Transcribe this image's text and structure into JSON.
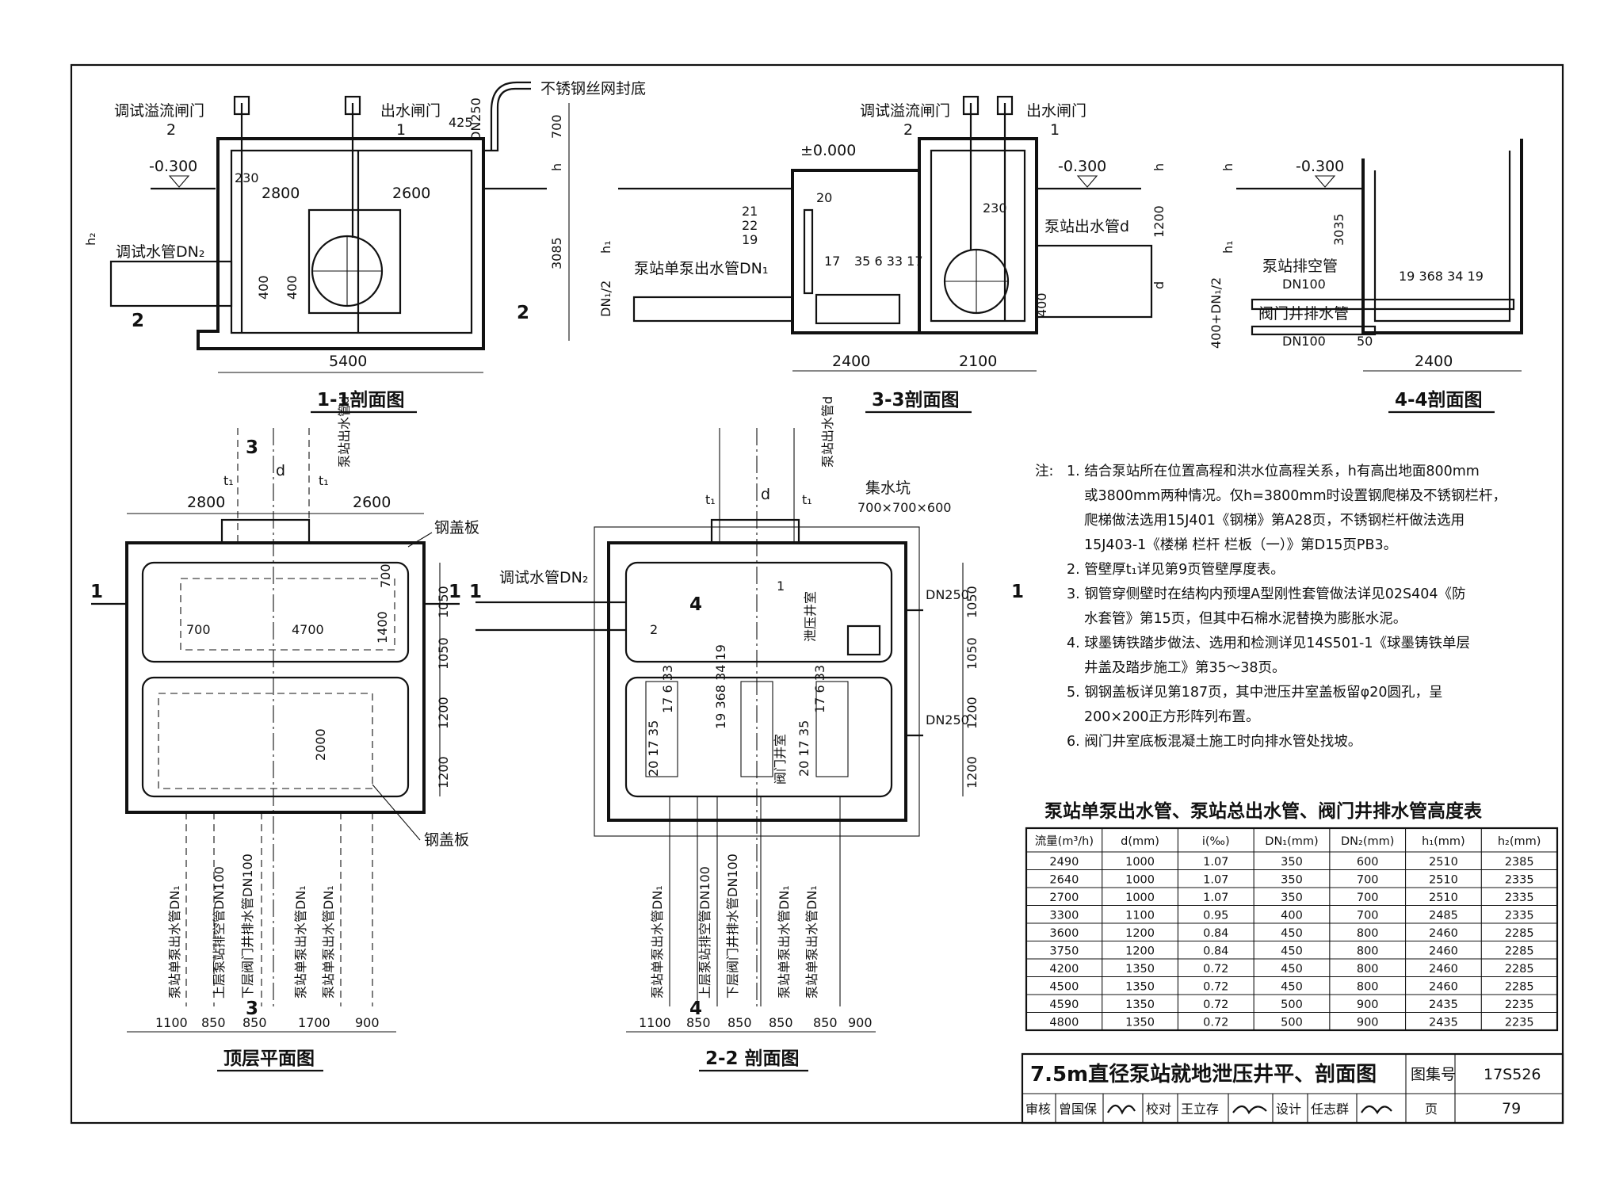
{
  "titles": {
    "sec11": "1-1剖面图",
    "sec33": "3-3剖面图",
    "sec44": "4-4剖面图",
    "top": "顶层平面图",
    "sec22": "2-2 剖面图"
  },
  "labels": {
    "overflow_gate": "调试溢流闸门",
    "outlet_gate": "出水闸门",
    "no1": "1",
    "no2": "2",
    "no3": "3",
    "no4": "4",
    "mesh": "不锈钢丝网封底",
    "dn250": "DN250",
    "el_m0300": "-0.300",
    "el_0000": "±0.000",
    "test_pipe": "调试水管DN₂",
    "single_out": "泵站单泵出水管DN₁",
    "total_out": "泵站出水管d",
    "drain_empty": "泵站排空管",
    "dn100": "DN100",
    "valve_drain": "阀门井排水管",
    "steel_cover": "钢盖板",
    "sump": "集水坑",
    "sump_size": "700×700×600",
    "relief_well": "泄压井室",
    "valve_well": "阀门井室",
    "h": "h",
    "h1": "h₁",
    "h2": "h₂",
    "d": "d",
    "t1": "t₁",
    "dn1_half": "DN₁/2",
    "dn1_half2": "400+DN₁/2",
    "parts_a": "35 6 33 17",
    "parts_b": "19 368 34 19",
    "parts_c": "20 17 35",
    "parts_d": "17 6 33",
    "n20": "20",
    "n21": "21",
    "n22": "22",
    "n19": "19",
    "n17": "17",
    "n230": "230",
    "n50": "50"
  },
  "dims": {
    "d2800": "2800",
    "d2600": "2600",
    "d5400": "5400",
    "d425": "425",
    "d700": "700",
    "d3085": "3085",
    "d400": "400",
    "d2400": "2400",
    "d2100": "2100",
    "d1200": "1200",
    "d3035": "3035",
    "d1050": "1050",
    "d4700": "4700",
    "d1400": "1400",
    "d2000": "2000",
    "d1100": "1100",
    "d850": "850",
    "d1700": "1700",
    "d900": "900"
  },
  "pipe_labels_top": [
    "泵站单泵出水管DN₁",
    "上层泵站排空管DN100",
    "下层阀门井排水管DN100",
    "泵站单泵出水管DN₁",
    "泵站单泵出水管DN₁"
  ],
  "pipe_labels_s22": [
    "泵站单泵出水管DN₁",
    "上层泵站排空管DN100",
    "下层阀门井排水管DN100",
    "泵站单泵出水管DN₁",
    "泵站单泵出水管DN₁"
  ],
  "notes": {
    "head": "注:",
    "lines": [
      "1. 结合泵站所在位置高程和洪水位高程关系，h有高出地面800mm",
      "或3800mm两种情况。仅h=3800mm时设置钢爬梯及不锈钢栏杆，",
      "爬梯做法选用15J401《钢梯》第A28页，不锈钢栏杆做法选用",
      "15J403-1《楼梯 栏杆 栏板（一）》第D15页PB3。",
      "2. 管壁厚t₁详见第9页管壁厚度表。",
      "3. 钢管穿侧壁时在结构内预埋A型刚性套管做法详见02S404《防",
      "水套管》第15页，但其中石棉水泥替换为膨胀水泥。",
      "4. 球墨铸铁踏步做法、选用和检测详见14S501-1《球墨铸铁单层",
      "井盖及踏步施工》第35～38页。",
      "5. 钢钢盖板详见第187页，其中泄压井室盖板留φ20圆孔，呈",
      "200×200正方形阵列布置。",
      "6. 阀门井室底板混凝土施工时向排水管处找坡。"
    ]
  },
  "table": {
    "title": "泵站单泵出水管、泵站总出水管、阀门井排水管高度表",
    "headers": [
      "流量(m³/h)",
      "d(mm)",
      "i(‰)",
      "DN₁(mm)",
      "DN₂(mm)",
      "h₁(mm)",
      "h₂(mm)"
    ],
    "rows": [
      [
        "2490",
        "1000",
        "1.07",
        "350",
        "600",
        "2510",
        "2385"
      ],
      [
        "2640",
        "1000",
        "1.07",
        "350",
        "700",
        "2510",
        "2335"
      ],
      [
        "2700",
        "1000",
        "1.07",
        "350",
        "700",
        "2510",
        "2335"
      ],
      [
        "3300",
        "1100",
        "0.95",
        "400",
        "700",
        "2485",
        "2335"
      ],
      [
        "3600",
        "1200",
        "0.84",
        "450",
        "800",
        "2460",
        "2285"
      ],
      [
        "3750",
        "1200",
        "0.84",
        "450",
        "800",
        "2460",
        "2285"
      ],
      [
        "4200",
        "1350",
        "0.72",
        "450",
        "800",
        "2460",
        "2285"
      ],
      [
        "4500",
        "1350",
        "0.72",
        "450",
        "800",
        "2460",
        "2285"
      ],
      [
        "4590",
        "1350",
        "0.72",
        "500",
        "900",
        "2435",
        "2235"
      ],
      [
        "4800",
        "1350",
        "0.72",
        "500",
        "900",
        "2435",
        "2235"
      ]
    ]
  },
  "titleblock": {
    "drawing_title": "7.5m直径泵站就地泄压井平、剖面图",
    "atlas_label": "图集号",
    "atlas_no": "17S526",
    "review_label": "审核",
    "reviewer": "曾国保",
    "check_label": "校对",
    "checker": "王立存",
    "design_label": "设计",
    "designer": "任志群",
    "page_label": "页",
    "page_no": "79"
  },
  "colors": {
    "ink": "#111111",
    "paper": "#ffffff"
  }
}
